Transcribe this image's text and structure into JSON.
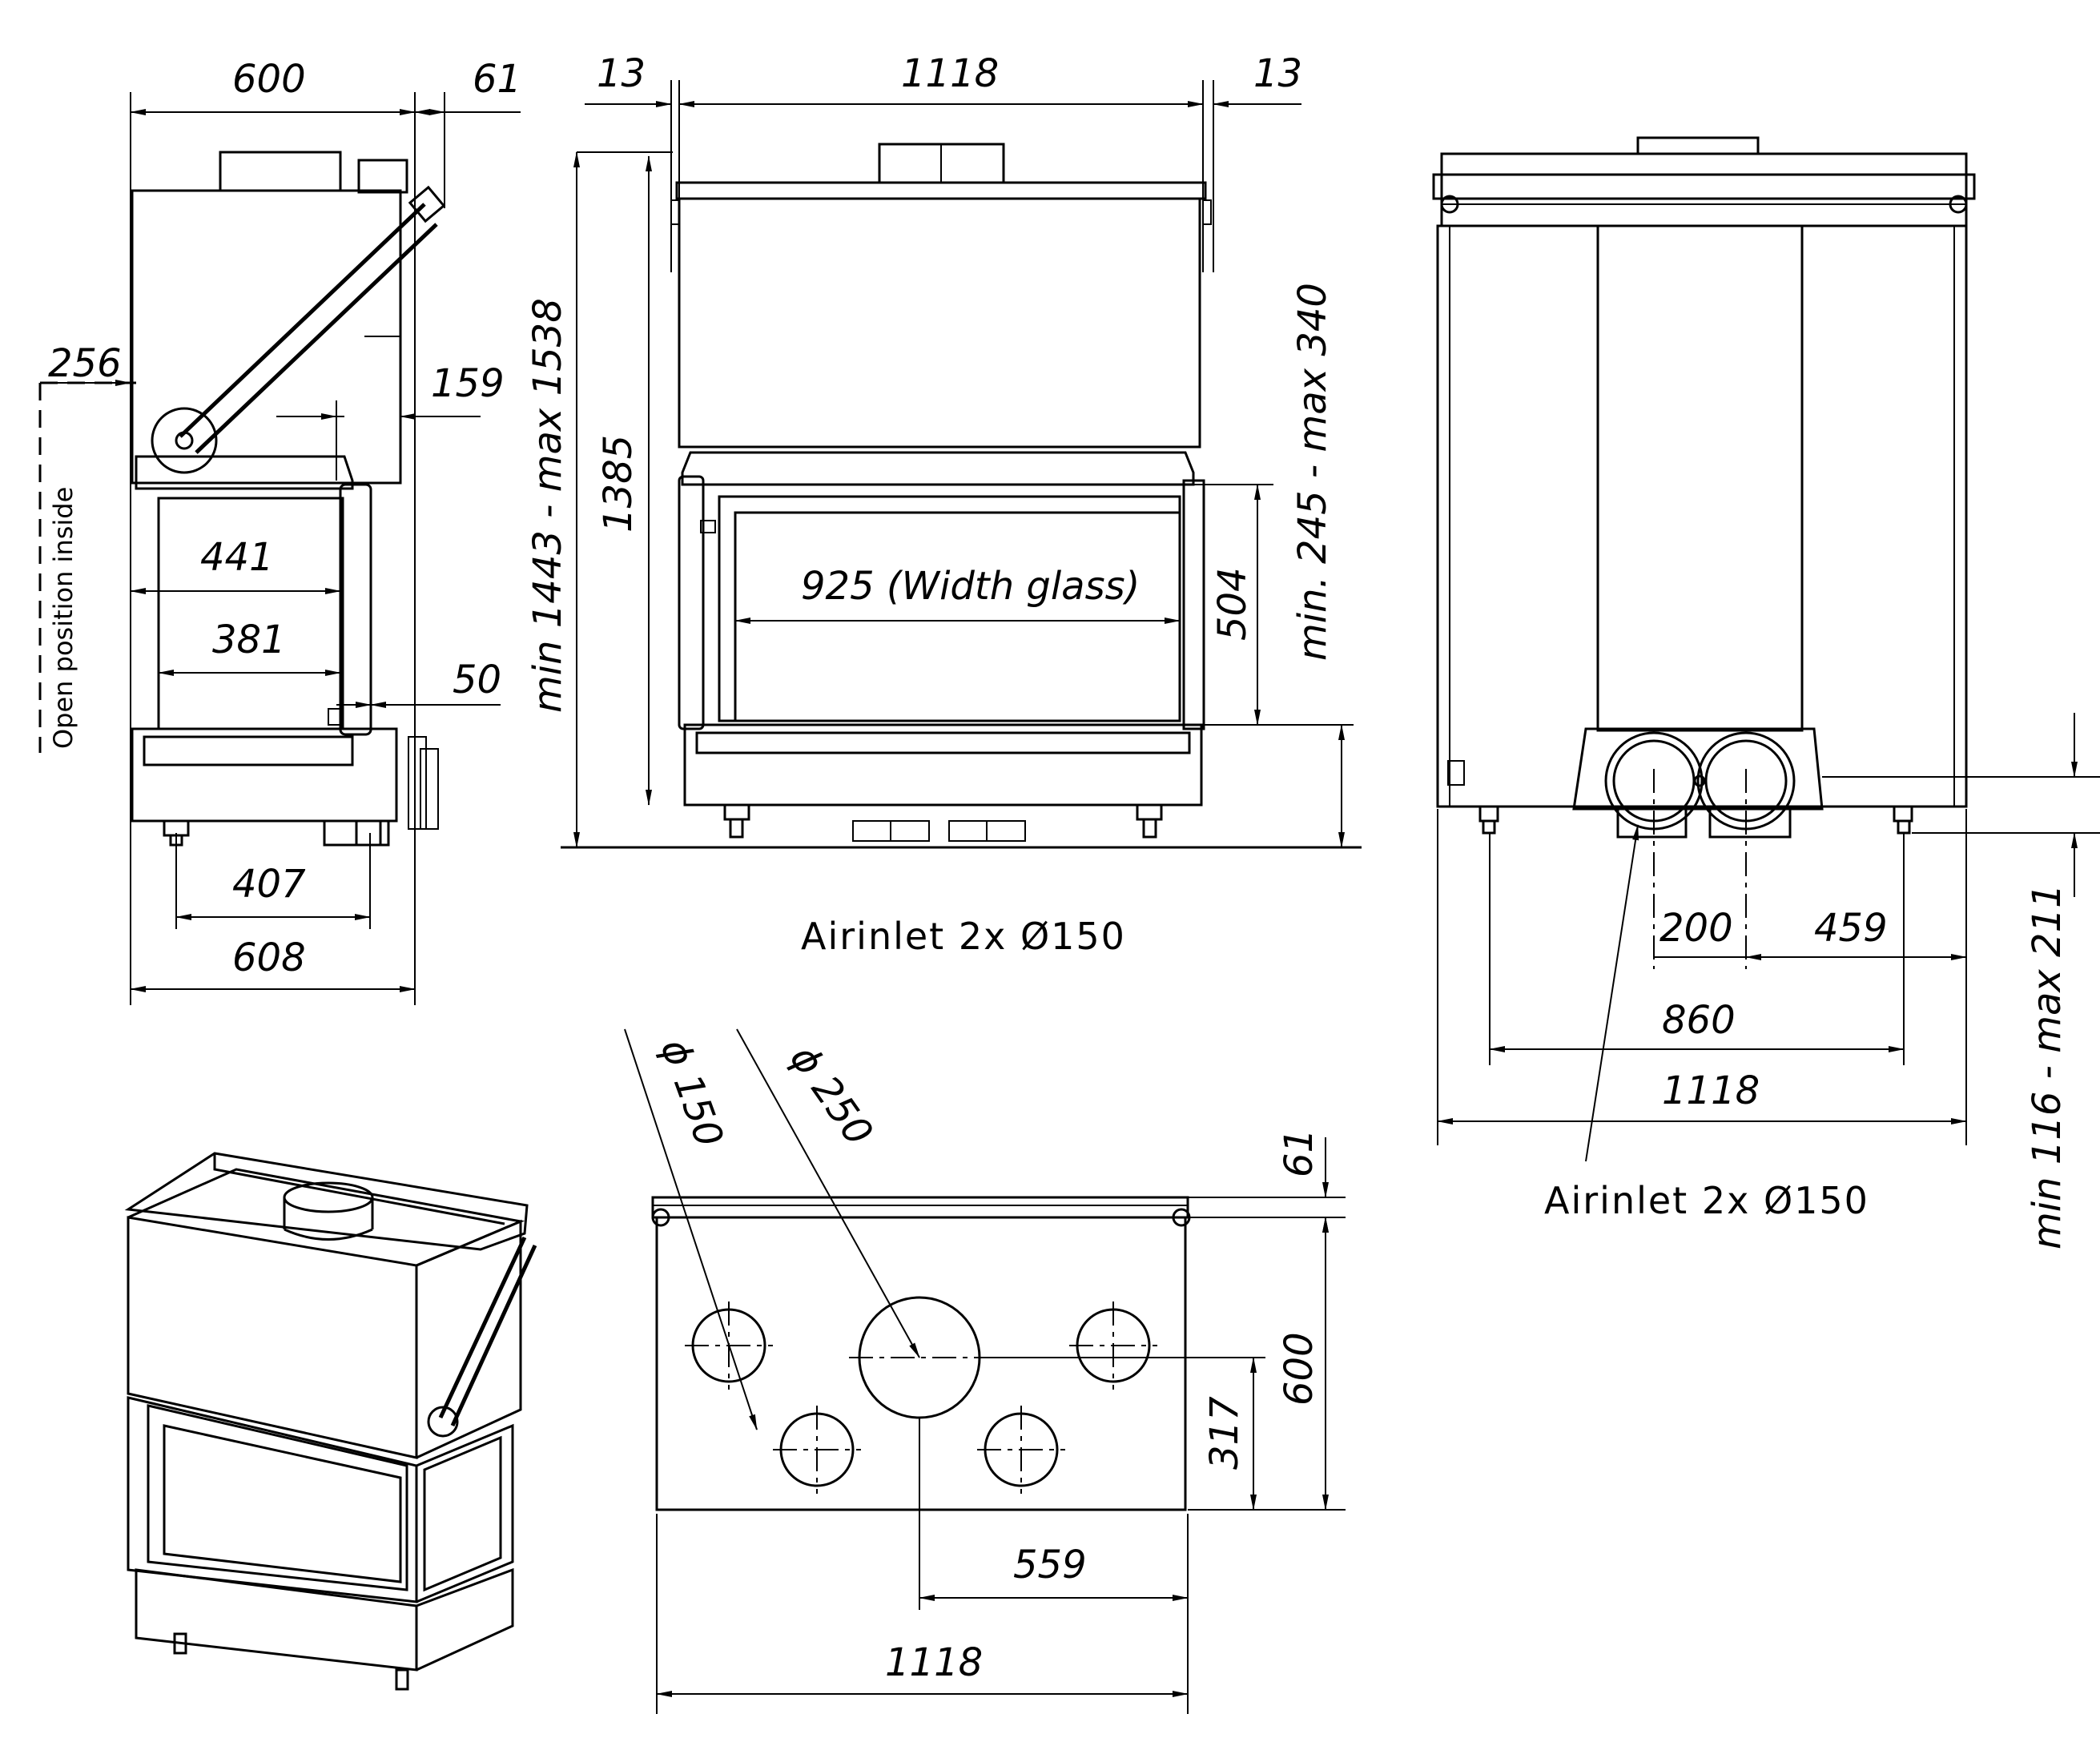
{
  "drawing": {
    "side_view": {
      "width_600": "600",
      "offset_61": "61",
      "depth_256": "256",
      "depth_159": "159",
      "inner_441": "441",
      "inner_381": "381",
      "door_50": "50",
      "feet_407": "407",
      "base_608": "608",
      "door_note": "Open position inside"
    },
    "front_view": {
      "side_13_left": "13",
      "width_1118": "1118",
      "side_13_right": "13",
      "total_height": "min 1443 - max 1538",
      "height_1385": "1385",
      "glass_width": "925 (Width glass)",
      "glass_height": "504",
      "top_range": "min. 245 - max 340",
      "airinlet_note": "Airinlet 2x Ø150"
    },
    "back_view": {
      "spacing_200": "200",
      "offset_459": "459",
      "feet_860": "860",
      "width_1118": "1118",
      "leg_range": "min 116 - max 211",
      "airinlet_note": "Airinlet 2x Ø150"
    },
    "top_view": {
      "dia_150": "ϕ 150",
      "dia_250": "ϕ 250",
      "depth_61": "61",
      "depth_600": "600",
      "depth_317": "317",
      "offset_559": "559",
      "width_1118": "1118"
    }
  }
}
